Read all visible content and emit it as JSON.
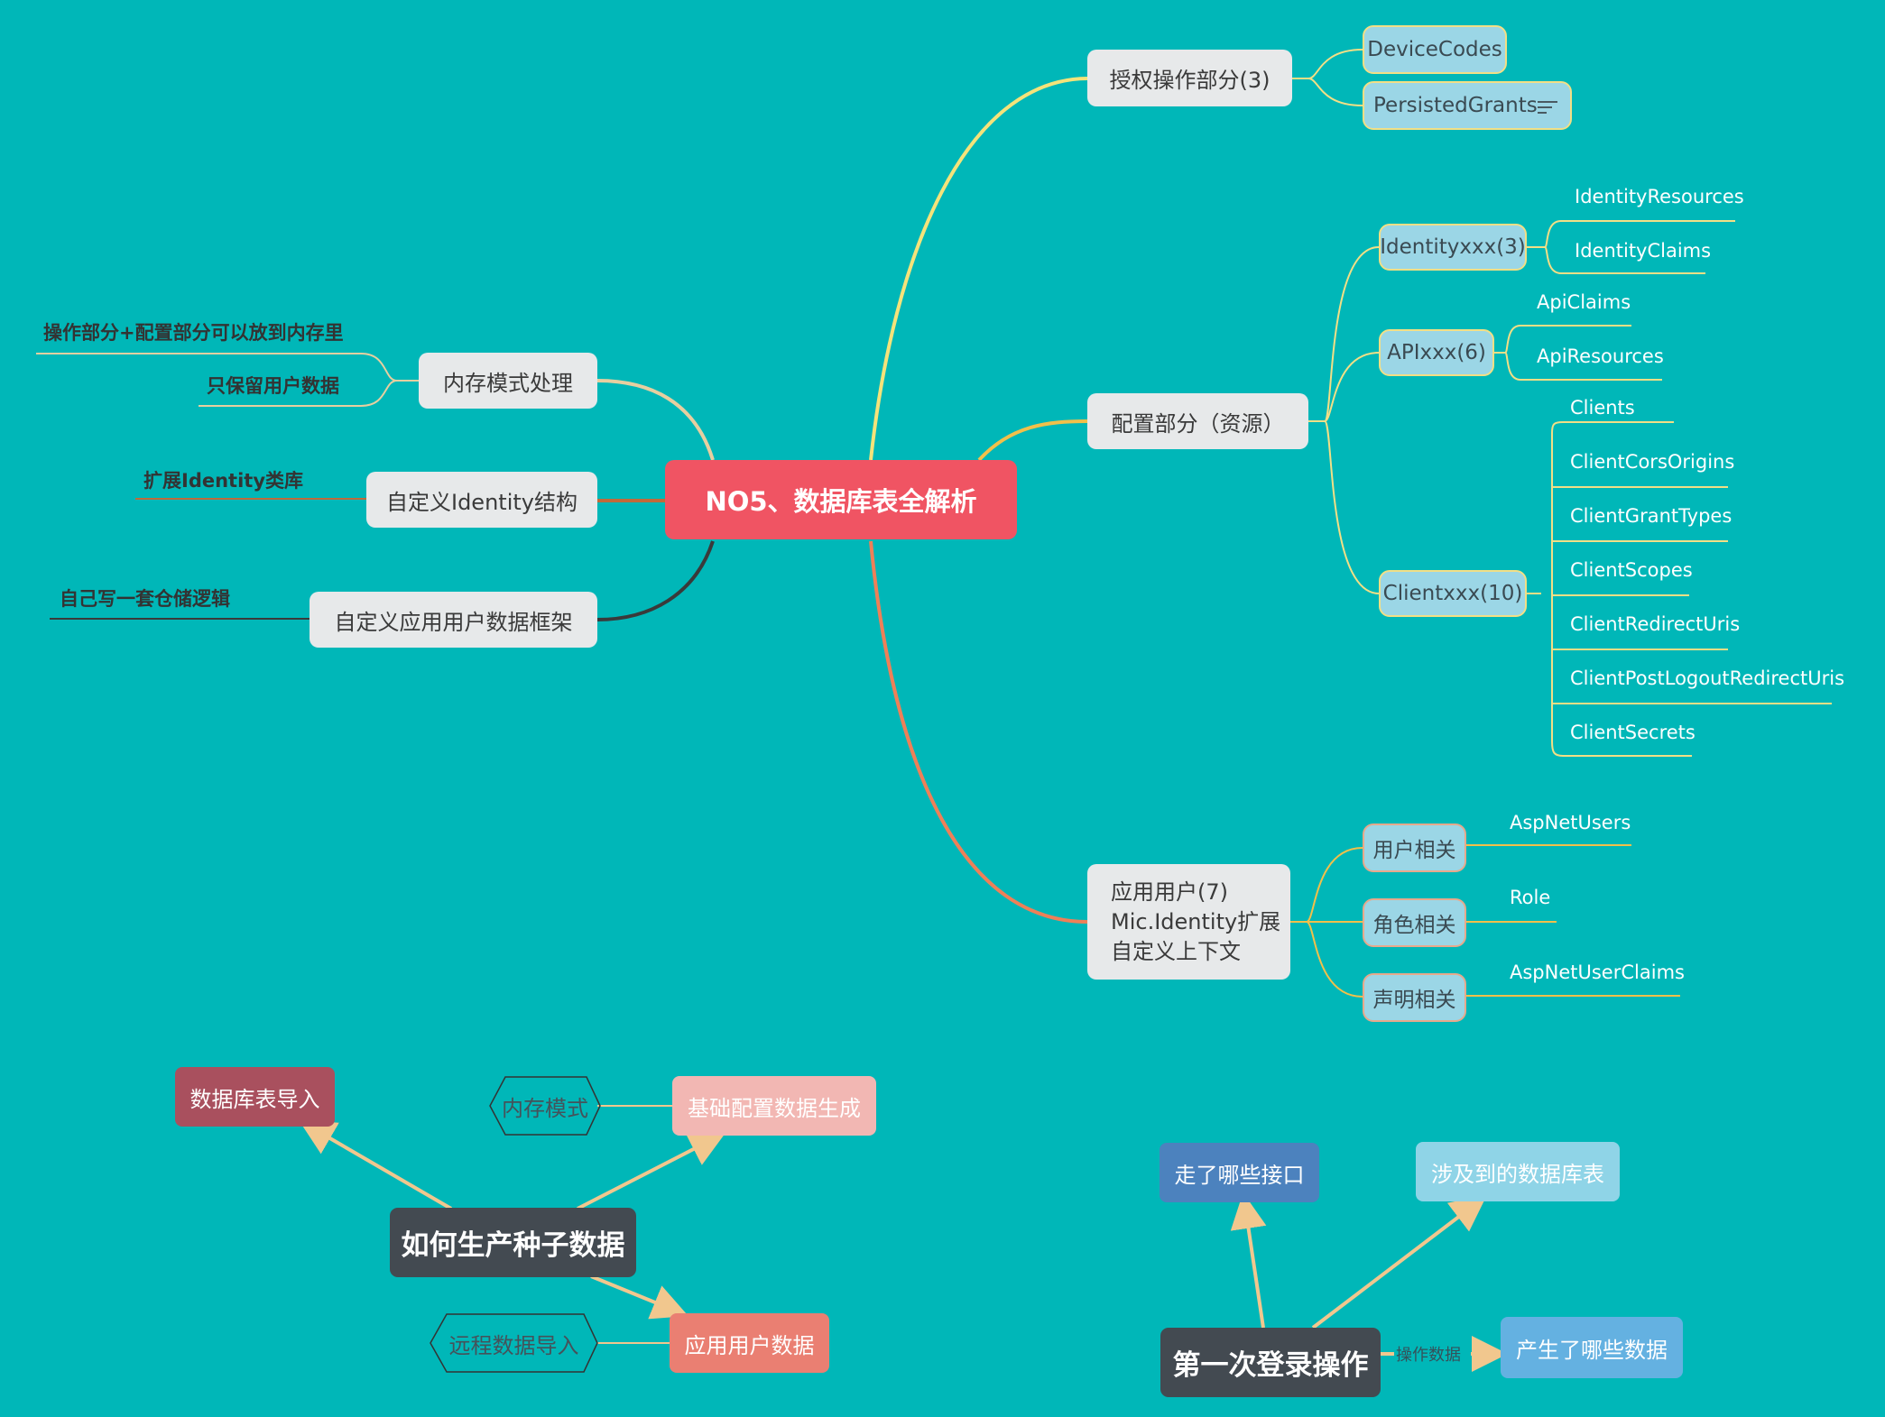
{
  "center": "NO5、数据库表全解析",
  "right": {
    "auth": {
      "label": "授权操作部分(3)",
      "children": [
        "DeviceCodes",
        "PersistedGrants"
      ]
    },
    "config": {
      "label": "配置部分（资源）",
      "identity": {
        "label": "Identityxxx(3)",
        "leaves": [
          "IdentityResources",
          "IdentityClaims"
        ]
      },
      "api": {
        "label": "APIxxx(6)",
        "leaves": [
          "ApiClaims",
          "ApiResources"
        ]
      },
      "client": {
        "label": "Clientxxx(10)",
        "leaves": [
          "Clients",
          "ClientCorsOrigins",
          "ClientGrantTypes",
          "ClientScopes",
          "ClientRedirectUris",
          "ClientPostLogoutRedirectUris",
          "ClientSecrets"
        ]
      }
    },
    "user": {
      "lines": [
        "应用用户(7)",
        "Mic.Identity扩展",
        "自定义上下文"
      ],
      "groups": [
        {
          "label": "用户相关",
          "leaf": "AspNetUsers"
        },
        {
          "label": "角色相关",
          "leaf": "Role"
        },
        {
          "label": "声明相关",
          "leaf": "AspNetUserClaims"
        }
      ]
    }
  },
  "left": {
    "memory": {
      "label": "内存模式处理",
      "notes": [
        "操作部分+配置部分可以放到内存里",
        "只保留用户数据"
      ]
    },
    "identity": {
      "label": "自定义Identity结构",
      "note": "扩展Identity类库"
    },
    "framework": {
      "label": "自定义应用用户数据框架",
      "note": "自己写一套仓储逻辑"
    }
  },
  "seed": {
    "title": "如何生产种子数据",
    "import": "数据库表导入",
    "memory_mode": "内存模式",
    "base_config": "基础配置数据生成",
    "remote_import": "远程数据导入",
    "app_user": "应用用户数据"
  },
  "login": {
    "title": "第一次登录操作",
    "interfaces": "走了哪些接口",
    "tables": "涉及到的数据库表",
    "data": "产生了哪些数据",
    "edge_label": "操作数据"
  },
  "colors": {
    "background": "#00B7B8",
    "center": "#F05463",
    "branch_auth": "#F4E37A",
    "branch_config": "#F1C04A",
    "branch_user": "#EE8058",
    "branch_memory": "#E7CFA0",
    "branch_identity": "#C06A3A",
    "branch_framework": "#3A3A3A",
    "arrow": "#F1C78E"
  }
}
